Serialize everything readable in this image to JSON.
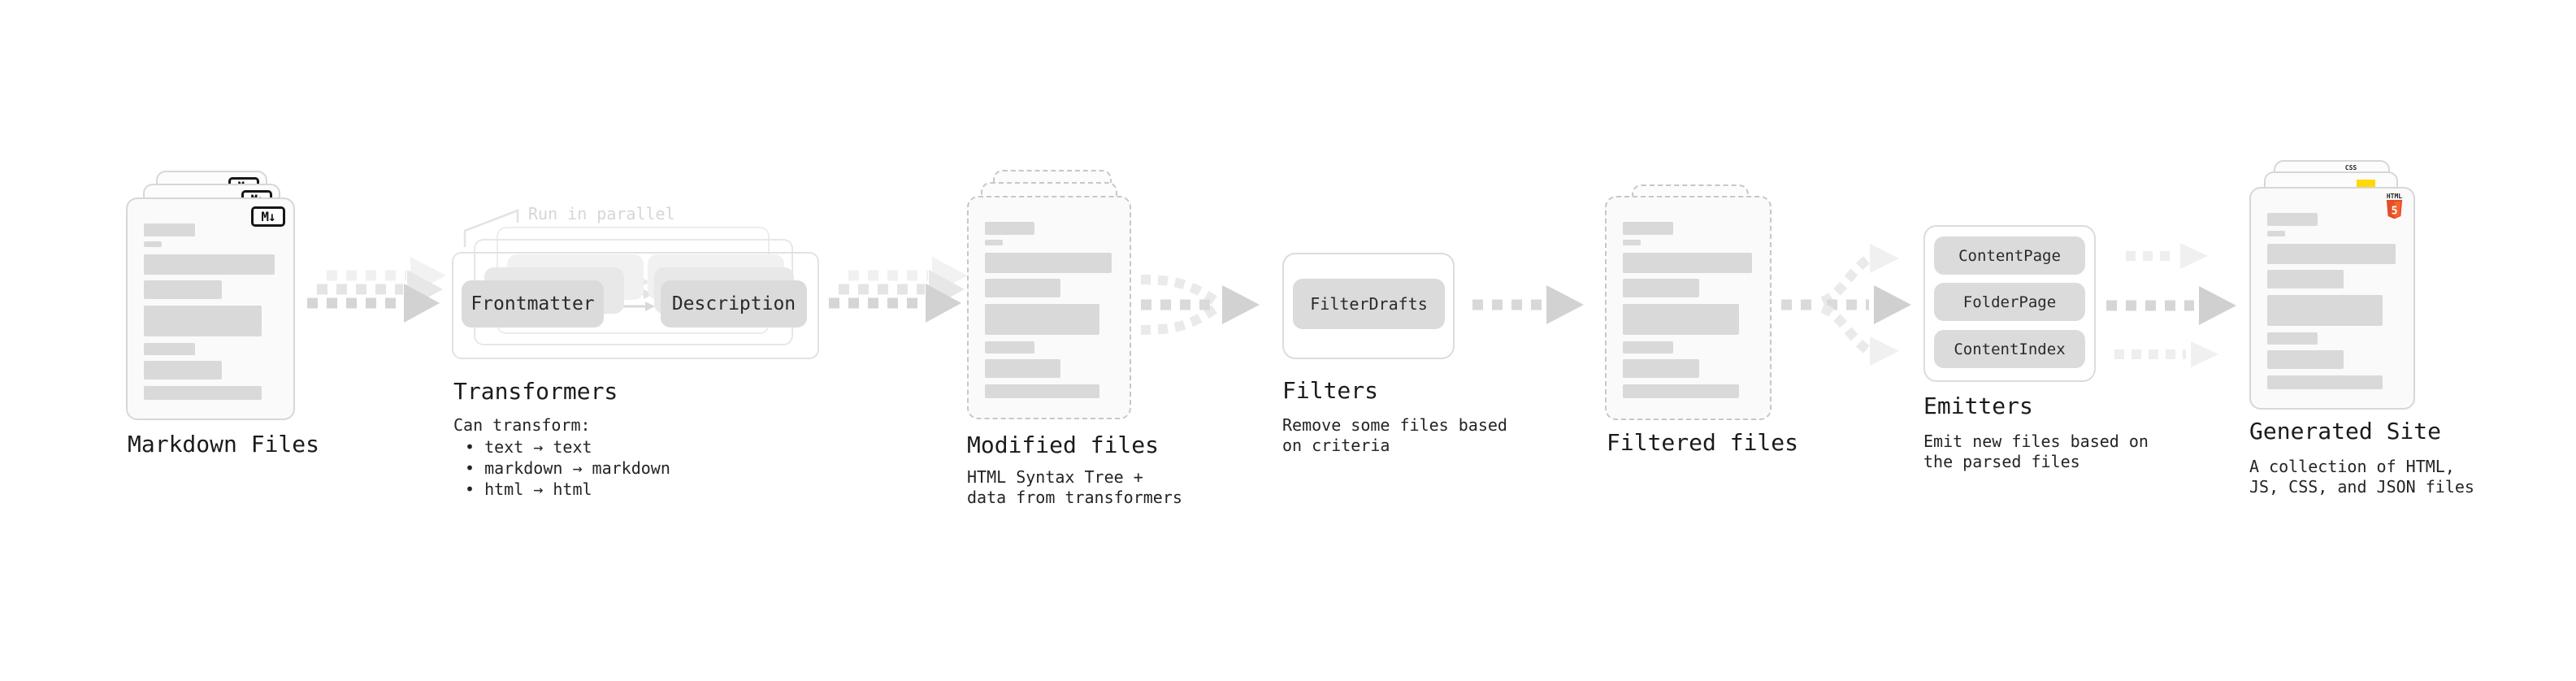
{
  "stages": {
    "markdown": {
      "label": "Markdown Files",
      "badge": "M↓"
    },
    "transformers": {
      "label": "Transformers",
      "note": "Run in parallel",
      "pill_left": "Frontmatter",
      "pill_right": "Description",
      "desc_title": "Can transform:",
      "bullets": [
        "• text → text",
        "• markdown → markdown",
        "• html → html"
      ]
    },
    "modified": {
      "label": "Modified files",
      "desc": [
        "HTML Syntax Tree +",
        "data from transformers"
      ]
    },
    "filters": {
      "label": "Filters",
      "pill": "FilterDrafts",
      "desc": [
        "Remove some files based",
        "on criteria"
      ]
    },
    "filtered": {
      "label": "Filtered files"
    },
    "emitters": {
      "label": "Emitters",
      "pills": [
        "ContentPage",
        "FolderPage",
        "ContentIndex"
      ],
      "desc": [
        "Emit new files based on",
        "the parsed files"
      ]
    },
    "generated": {
      "label": "Generated Site",
      "desc": [
        "A collection of HTML,",
        "JS, CSS, and JSON files"
      ],
      "badge_css": "CSS",
      "badge_html_top": "HTML",
      "badge_html_5": "5"
    }
  },
  "colors": {
    "html5_orange": "#e44d26",
    "html5_orange_light": "#f16529",
    "js_yellow": "#ffd900",
    "css_blue": "#2167d8",
    "placeholder_bar": "#d9d9d9",
    "pill_gray": "#dbdbdb",
    "arrow_gray": "#d2d2d2",
    "text_dark": "#1b1b1b"
  }
}
